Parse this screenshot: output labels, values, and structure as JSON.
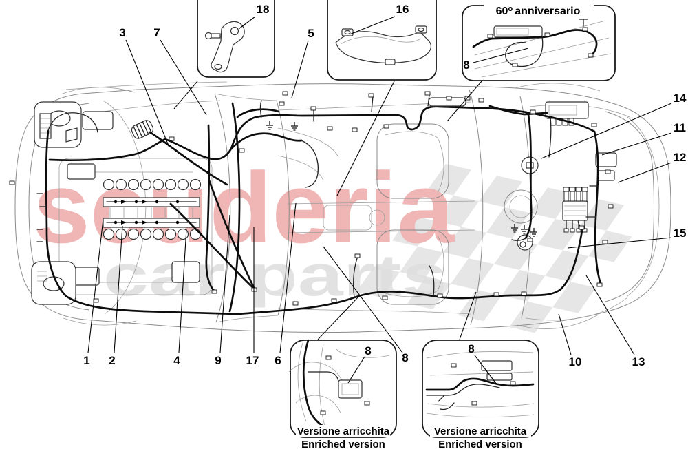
{
  "watermark": {
    "brand": "scuderia",
    "subtitle": "car parts",
    "brand_color": "#f0b6b6",
    "subtitle_color": "#dedede",
    "flag_color": "#e4e4e4"
  },
  "insets": {
    "bracket": {
      "callout": "18"
    },
    "cover": {
      "callout": "16"
    },
    "anniversario": {
      "title_base": "60",
      "title_sup": "o",
      "title_rest": "anniversario",
      "callout": "8"
    },
    "enriched_left": {
      "callout": "8",
      "caption_it": "Versione arricchita",
      "caption_en": "Enriched version"
    },
    "enriched_right": {
      "callout": "8",
      "caption_it": "Versione arricchita",
      "caption_en": "Enriched version"
    }
  },
  "callouts": {
    "c1": "1",
    "c2": "2",
    "c3": "3",
    "c4": "4",
    "c5": "5",
    "c6": "6",
    "c7": "7",
    "c8": "8",
    "c9": "9",
    "c10": "10",
    "c11": "11",
    "c12": "12",
    "c13": "13",
    "c14": "14",
    "c15": "15",
    "c16": "16",
    "c17": "17",
    "c18": "18"
  }
}
